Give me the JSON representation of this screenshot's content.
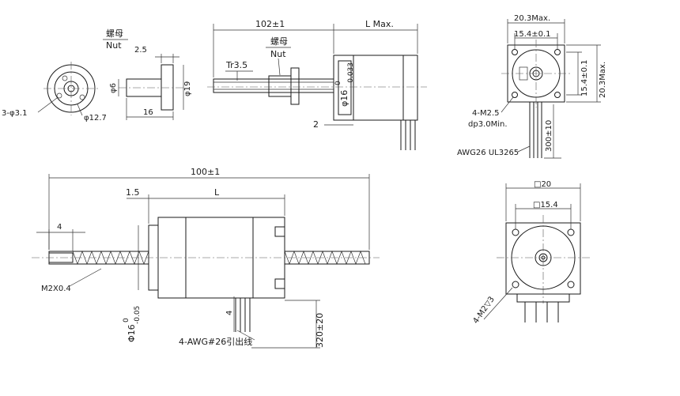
{
  "nut_view": {
    "label_cn": "螺母",
    "label_en": "Nut",
    "dim_flange_thk": "2.5",
    "dim_holes": "3-φ3.1",
    "dim_pcd": "φ12.7",
    "dim_shaft": "φ6",
    "dim_flange_dia": "φ19",
    "dim_length": "16"
  },
  "top_side_view": {
    "dim_total": "102±1",
    "dim_l": "L Max.",
    "thread": "Tr3.5",
    "nut_cn": "螺母",
    "nut_en": "Nut",
    "dim_body_dia": "φ16",
    "dim_body_tol_upper": "0",
    "dim_body_tol_lower": "-0.033",
    "dim_step": "2"
  },
  "top_front_view": {
    "dim_width": "20.3Max.",
    "dim_pitch_h": "15.4±0.1",
    "dim_pitch_v": "15.4±0.1",
    "dim_height": "20.3Max.",
    "holes": "4-M2.5",
    "depth": "dp3.0Min.",
    "lead_len": "300±10",
    "wire": "AWG26 UL3265"
  },
  "bottom_side_view": {
    "dim_total": "100±1",
    "dim_step": "1.5",
    "dim_l": "L",
    "dim_tip": "4",
    "tip_thread": "M2X0.4",
    "dim_body_dia": "Φ16",
    "dim_body_tol_upper": "0",
    "dim_body_tol_lower": "-0.05",
    "dim_lead_offset": "4",
    "leads": "4-AWG#26引出线",
    "lead_len": "320±20"
  },
  "bottom_front_view": {
    "dim_square": "□20",
    "dim_pitch": "□15.4",
    "holes": "4-M2▽3"
  }
}
